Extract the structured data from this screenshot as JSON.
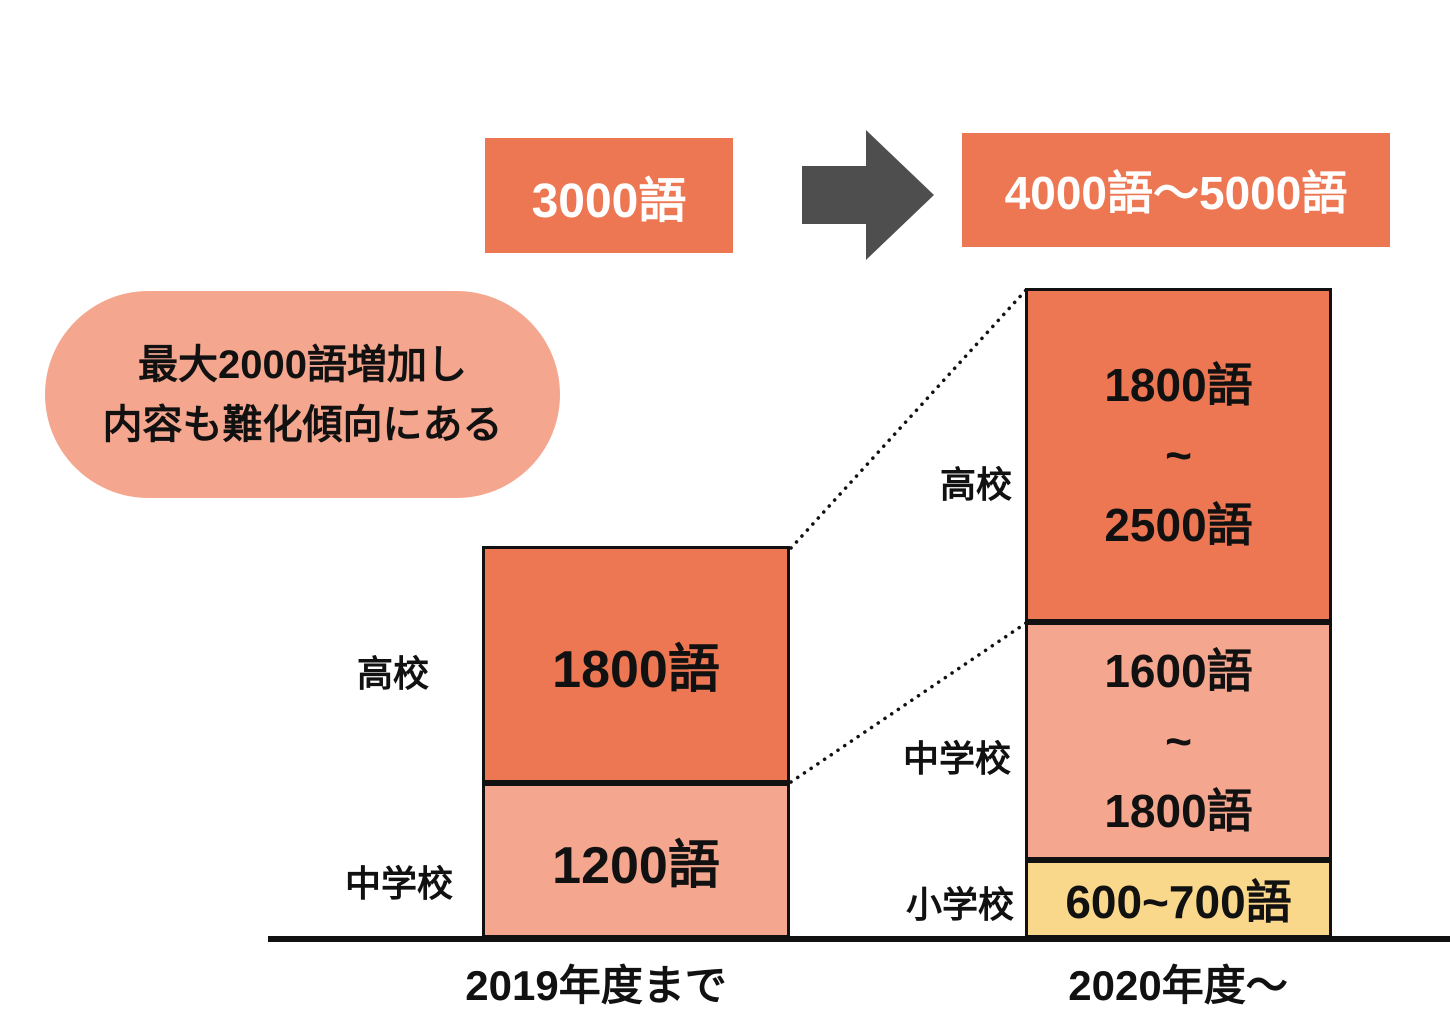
{
  "colors": {
    "orange": "#ED7752",
    "salmon": "#F4A68E",
    "yellow": "#F9D78B",
    "arrow_gray": "#4E4E4E",
    "line_black": "#111111",
    "background": "#FFFFFF"
  },
  "header": {
    "before_total": "3000語",
    "after_total": "4000語〜5000語"
  },
  "callout": {
    "line1": "最大2000語増加し",
    "line2": "内容も難化傾向にある"
  },
  "bars": {
    "left": {
      "axis_label": "2019年度まで",
      "segments": [
        {
          "school": "高校",
          "lines": [
            "1800語"
          ]
        },
        {
          "school": "中学校",
          "lines": [
            "1200語"
          ]
        }
      ]
    },
    "right": {
      "axis_label": "2020年度〜",
      "segments": [
        {
          "school": "高校",
          "lines": [
            "1800語",
            "~",
            "2500語"
          ]
        },
        {
          "school": "中学校",
          "lines": [
            "1600語",
            "~",
            "1800語"
          ]
        },
        {
          "school": "小学校",
          "lines": [
            "600~700語"
          ]
        }
      ]
    }
  },
  "chart_data": {
    "type": "bar",
    "stacked": true,
    "categories": [
      "2019年度まで",
      "2020年度〜"
    ],
    "series": [
      {
        "name": "小学校",
        "values_min": [
          0,
          600
        ],
        "values_max": [
          0,
          700
        ],
        "labels": [
          "",
          "600~700語"
        ],
        "color": "#F9D78B"
      },
      {
        "name": "中学校",
        "values_min": [
          1200,
          1600
        ],
        "values_max": [
          1200,
          1800
        ],
        "labels": [
          "1200語",
          "1600語~1800語"
        ],
        "color": "#F4A68E"
      },
      {
        "name": "高校",
        "values_min": [
          1800,
          1800
        ],
        "values_max": [
          1800,
          2500
        ],
        "labels": [
          "1800語",
          "1800語~2500語"
        ],
        "color": "#ED7752"
      }
    ],
    "totals": [
      "3000語",
      "4000語〜5000語"
    ],
    "annotations": [
      "最大2000語増加し",
      "内容も難化傾向にある"
    ],
    "title": "",
    "xlabel": "",
    "ylabel": "",
    "legend_position": "none",
    "grid": false
  }
}
